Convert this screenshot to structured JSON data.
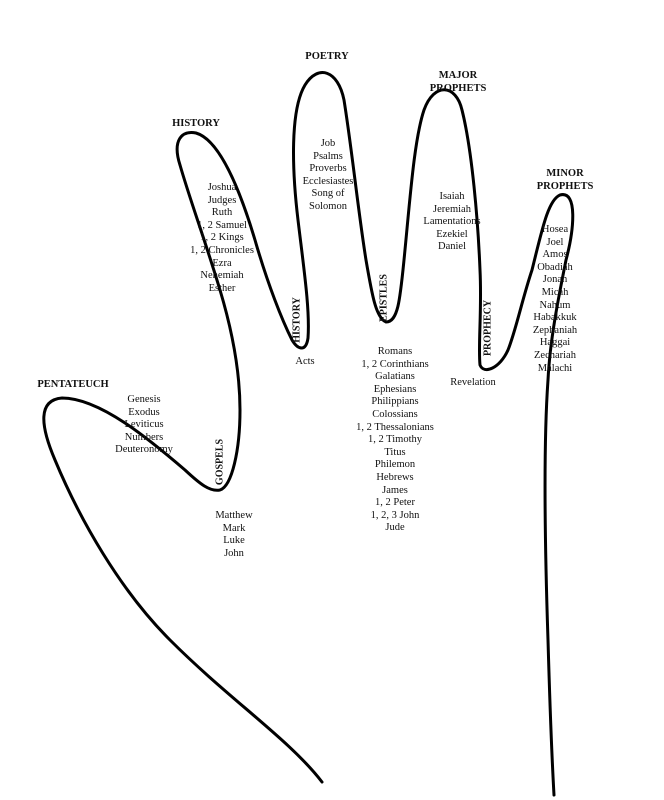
{
  "headers": {
    "poetry": "POETRY",
    "major_prophets": [
      "MAJOR",
      "PROPHETS"
    ],
    "history": "HISTORY",
    "minor_prophets": [
      "MINOR",
      "PROPHETS"
    ],
    "pentateuch": "PENTATEUCH"
  },
  "lists": {
    "pentateuch": [
      "Genesis",
      "Exodus",
      "Leviticus",
      "Numbers",
      "Deuteronomy"
    ],
    "history": [
      "Joshua",
      "Judges",
      "Ruth",
      "1, 2 Samuel",
      "1, 2 Kings",
      "1, 2 Chronicles",
      "Ezra",
      "Nehemiah",
      "Esther"
    ],
    "poetry": [
      "Job",
      "Psalms",
      "Proverbs",
      "Ecclesiastes",
      "Song of",
      "Solomon"
    ],
    "major_prophets": [
      "Isaiah",
      "Jeremiah",
      "Lamentations",
      "Ezekiel",
      "Daniel"
    ],
    "minor_prophets": [
      "Hosea",
      "Joel",
      "Amos",
      "Obadiah",
      "Jonah",
      "Micah",
      "Nahum",
      "Habakkuk",
      "Zephaniah",
      "Haggai",
      "Zechariah",
      "Malachi"
    ],
    "gospels": [
      "Matthew",
      "Mark",
      "Luke",
      "John"
    ],
    "epistles": [
      "Romans",
      "1, 2 Corinthians",
      "Galatians",
      "Ephesians",
      "Philippians",
      "Colossians",
      "1, 2 Thessalonians",
      "1, 2 Timothy",
      "Titus",
      "Philemon",
      "Hebrews",
      "James",
      "1, 2 Peter",
      "1, 2, 3 John",
      "Jude"
    ]
  },
  "crease_labels": {
    "gospels": "GOSPELS",
    "history": "HISTORY",
    "epistles": "EPISTLES",
    "prophecy": "PROPHECY"
  },
  "singles": {
    "acts": "Acts",
    "revelation": "Revelation"
  }
}
